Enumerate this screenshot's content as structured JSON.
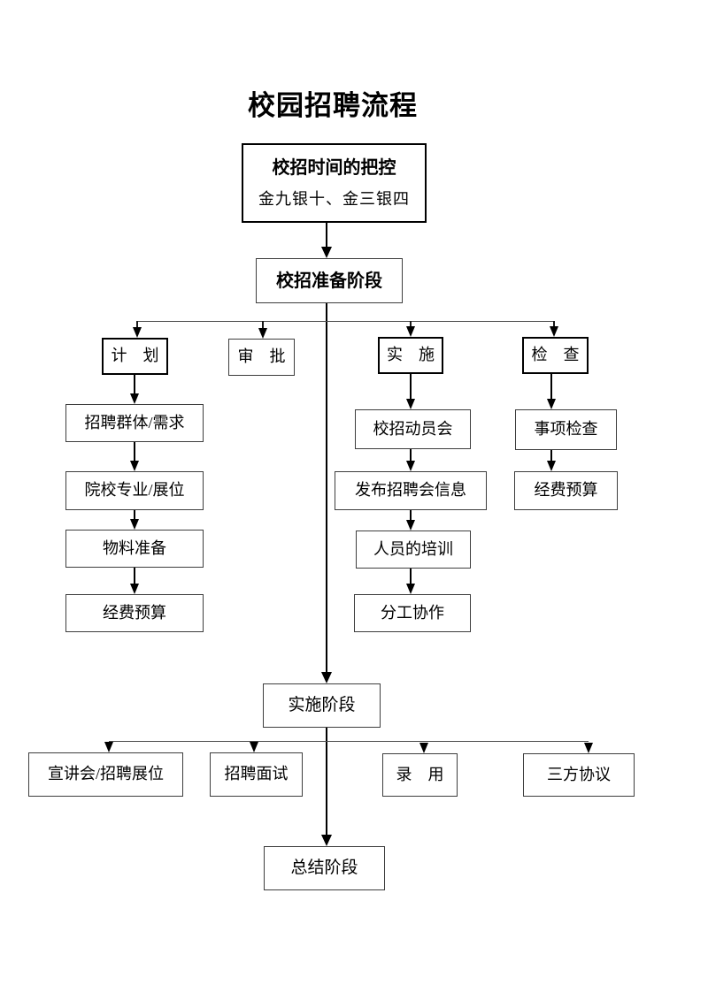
{
  "page": {
    "title": "校园招聘流程"
  },
  "colors": {
    "background": "#ffffff",
    "box_border_strong": "#000000",
    "box_border_light": "#3d3d3d",
    "connector_line": "#000000",
    "branch_line": "#4a4a4a",
    "text": "#000000"
  },
  "nodes": {
    "timing": {
      "title": "校招时间的把控",
      "subtitle": "金九银十、金三银四"
    },
    "prep_stage": {
      "label": "校招准备阶段"
    },
    "plan": {
      "label": "计　划"
    },
    "approve": {
      "label": "审　批"
    },
    "implement": {
      "label": "实　施"
    },
    "inspect": {
      "label": "检　查"
    },
    "recruit_group": {
      "label": "招聘群体/需求"
    },
    "school_major": {
      "label": "院校专业/展位"
    },
    "materials": {
      "label": "物料准备"
    },
    "budget_left": {
      "label": "经费预算"
    },
    "mobilization": {
      "label": "校招动员会"
    },
    "publish_info": {
      "label": "发布招聘会信息"
    },
    "training": {
      "label": "人员的培训"
    },
    "division": {
      "label": "分工协作"
    },
    "item_check": {
      "label": "事项检查"
    },
    "budget_right": {
      "label": "经费预算"
    },
    "impl_stage": {
      "label": "实施阶段"
    },
    "presentation": {
      "label": "宣讲会/招聘展位"
    },
    "interview": {
      "label": "招聘面试"
    },
    "hire": {
      "label": "录　用"
    },
    "agreement": {
      "label": "三方协议"
    },
    "summary_stage": {
      "label": "总结阶段"
    }
  }
}
